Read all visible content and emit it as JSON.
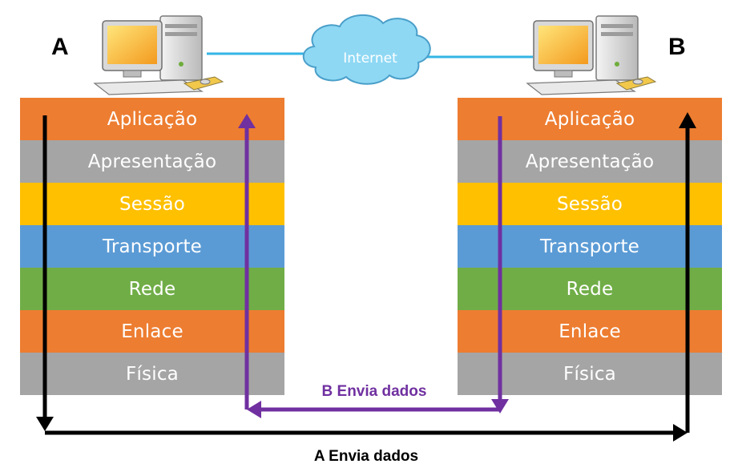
{
  "hosts": [
    {
      "label": "A"
    },
    {
      "label": "B"
    }
  ],
  "network": {
    "label": "Internet"
  },
  "layers": [
    {
      "name": "Aplicação",
      "color": "#ED7D31"
    },
    {
      "name": "Apresentação",
      "color": "#A5A5A5"
    },
    {
      "name": "Sessão",
      "color": "#FFC000"
    },
    {
      "name": "Transporte",
      "color": "#5B9BD5"
    },
    {
      "name": "Rede",
      "color": "#70AD47"
    },
    {
      "name": "Enlace",
      "color": "#ED7D31"
    },
    {
      "name": "Física",
      "color": "#A5A5A5"
    }
  ],
  "flows": {
    "a_to_b": {
      "label": "A Envia dados",
      "color": "#000000"
    },
    "b_to_a": {
      "label": "B Envia dados",
      "color": "#7030A0"
    }
  },
  "colors": {
    "link_line": "#33B5E5",
    "cloud_fill": "#8ED8F4",
    "cloud_stroke": "#4A9FC9"
  }
}
